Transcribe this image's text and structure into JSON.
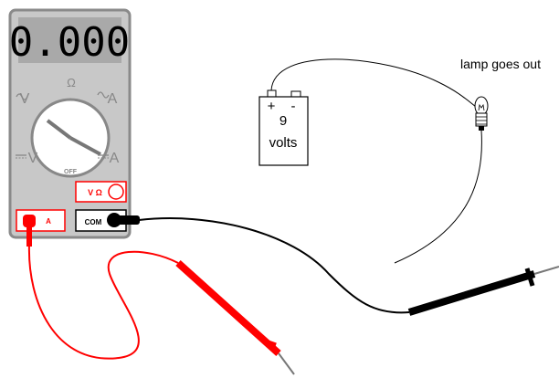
{
  "meter": {
    "display": "0.000",
    "ohm_symbol": "Ω",
    "ac_volts": "V",
    "ac_amps": "A",
    "dc_volts": "V",
    "dc_amps": "A",
    "off": "OFF",
    "jack_v_ohm": "V Ω",
    "jack_a": "A",
    "jack_com": "COM"
  },
  "battery": {
    "plus": "+",
    "minus": "-",
    "value": "9",
    "unit": "volts"
  },
  "lamp": {
    "caption": "lamp goes out"
  },
  "colors": {
    "meter_body": "#c8c8c8",
    "meter_border": "#8a8a8a",
    "display_bg": "#a9a9a9",
    "red_probe": "#ff0000",
    "black_probe": "#000000",
    "wire": "#000000"
  }
}
